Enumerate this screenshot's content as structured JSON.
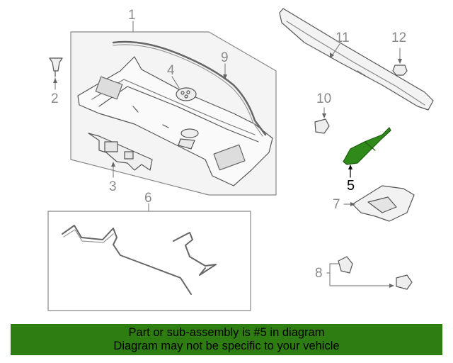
{
  "callouts": {
    "c1": "1",
    "c2": "2",
    "c3": "3",
    "c4": "4",
    "c5": "5",
    "c6": "6",
    "c7": "7",
    "c8": "8",
    "c9": "9",
    "c10": "10",
    "c11": "11",
    "c12": "12"
  },
  "highlighted_part": "5",
  "banner": {
    "line1": "Part or sub-assembly is #5 in diagram",
    "line2": "Diagram may not be specific to your vehicle"
  },
  "colors": {
    "banner_background": "#2e7d12",
    "highlight_fill": "#2f8a1a",
    "line_gray": "#8a8a8a",
    "part_fill": "#f2f2f2"
  }
}
